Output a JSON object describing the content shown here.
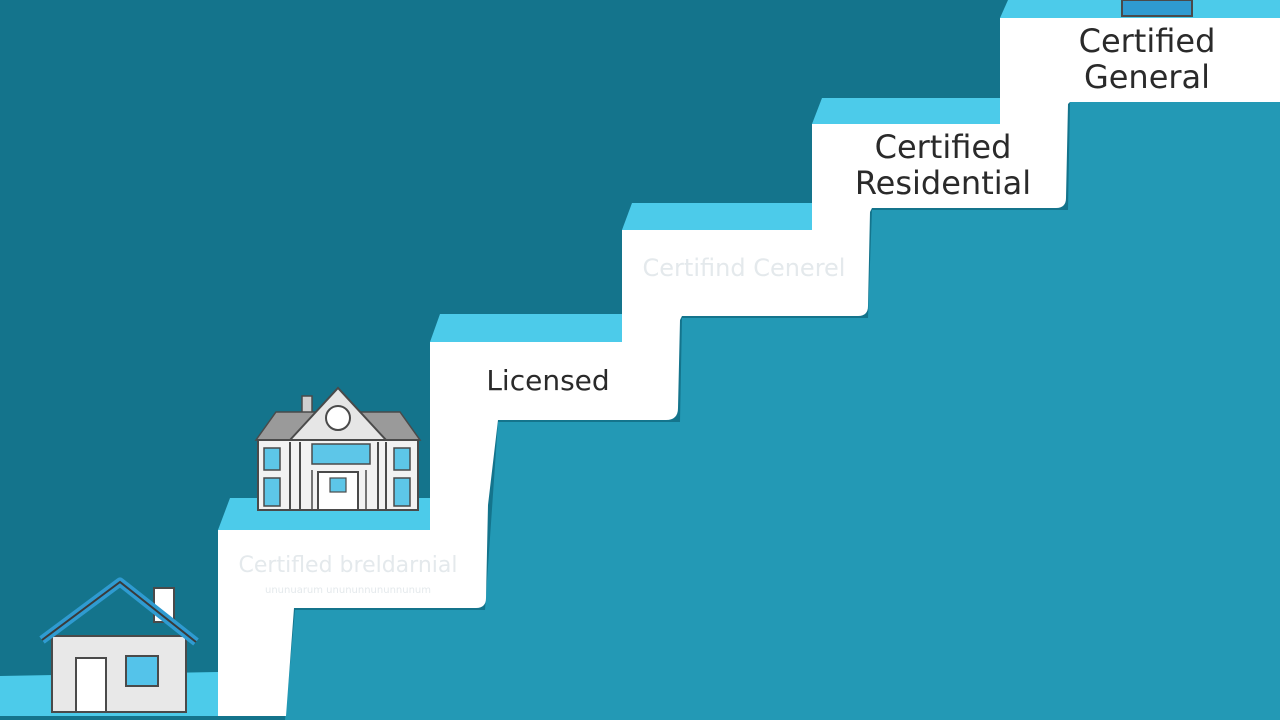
{
  "colors": {
    "background": "#14748c",
    "stair_fill": "#2399b5",
    "step_face": "#ffffff",
    "step_top": "#4ccbea",
    "step_text": "#2a2a2a",
    "faded_text": "#e4e9ec",
    "house_roof": "#2f9bd1",
    "house_window": "#54c3ea",
    "mansion_accent": "#5dc6e8",
    "line": "#4a4a4a"
  },
  "steps": [
    {
      "label_lines": [
        "Certifled breldarnial"
      ],
      "caption": "ununuarum unununnununnunum",
      "faded": true
    },
    {
      "label_lines": [
        "Licensed"
      ],
      "faded": false
    },
    {
      "label_lines": [
        "Certifind Cenerel"
      ],
      "faded": true
    },
    {
      "label_lines": [
        "Certified",
        "Residential"
      ],
      "faded": false
    },
    {
      "label_lines": [
        "Certified",
        "General"
      ],
      "faded": false
    }
  ],
  "icons": {
    "small_house": "house-icon",
    "mansion": "mansion-icon",
    "top_building": "building-icon"
  }
}
